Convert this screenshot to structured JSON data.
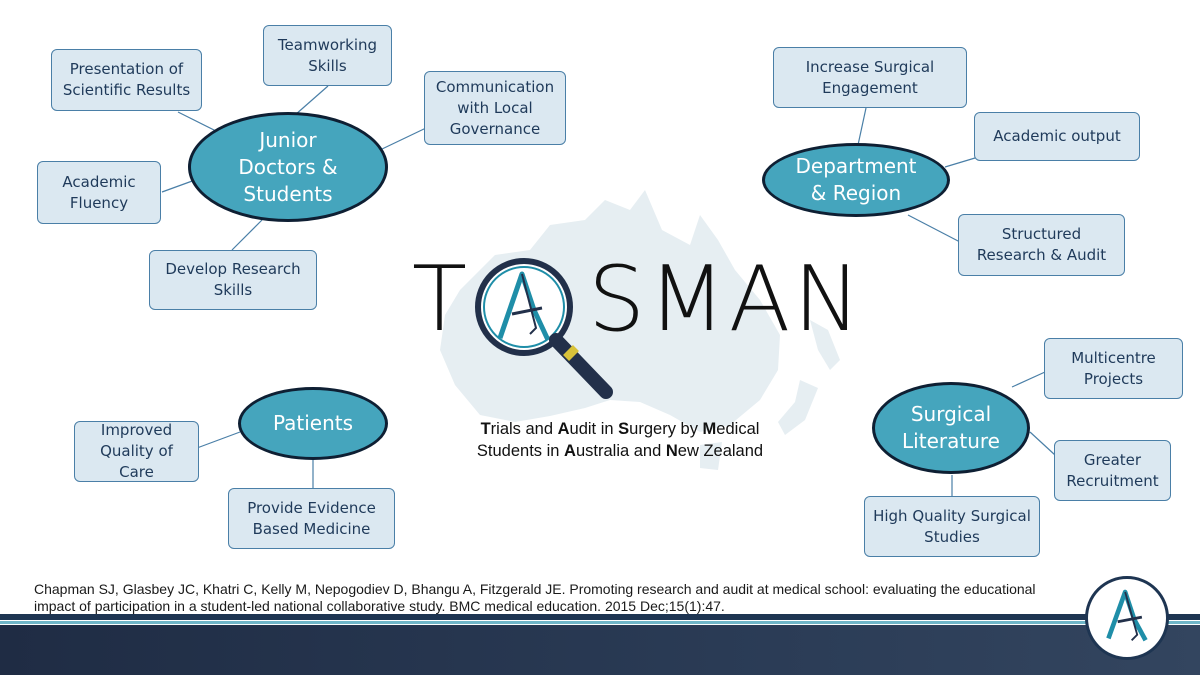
{
  "hubs": {
    "junior": "Junior\nDoctors &\nStudents",
    "department": "Department\n& Region",
    "patients": "Patients",
    "literature": "Surgical\nLiterature"
  },
  "boxes": {
    "teamworking": "Teamworking\nSkills",
    "presentation": "Presentation of\nScientific Results",
    "communication": "Communication\nwith Local\nGovernance",
    "academic_fluency": "Academic\nFluency",
    "develop_research": "Develop Research\nSkills",
    "increase_engagement": "Increase Surgical\nEngagement",
    "academic_output": "Academic output",
    "structured_research": "Structured\nResearch & Audit",
    "improved_quality": "Improved\nQuality of\nCare",
    "provide_evidence": "Provide Evidence\nBased Medicine",
    "multicentre": "Multicentre\nProjects",
    "greater_recruitment": "Greater\nRecruitment",
    "high_quality_studies": "High Quality Surgical\nStudies"
  },
  "logo": {
    "wordmark_left": "T",
    "wordmark_right": "SMAN",
    "tagline": [
      {
        "b": "T",
        "t": "rials and "
      },
      {
        "b": "A",
        "t": "udit in "
      },
      {
        "b": "S",
        "t": "urgery by "
      },
      {
        "b": "M",
        "t": "edical"
      },
      {
        "br": true
      },
      {
        "t": "Students in "
      },
      {
        "b": "A",
        "t": "ustralia and "
      },
      {
        "b": "N",
        "t": "ew Zealand"
      }
    ]
  },
  "citation": "Chapman SJ, Glasbey JC, Khatri C, Kelly M, Nepogodiev D, Bhangu A, Fitzgerald JE. Promoting research and audit at medical school: evaluating the educational impact of participation in a student-led national collaborative study. BMC medical education. 2015 Dec;15(1):47.",
  "colors": {
    "hub_fill": "#45a5bd",
    "hub_border": "#0e1f33",
    "box_fill": "#dbe8f1",
    "box_border": "#4a7fa7",
    "connector": "#4a7fa7",
    "footer": "#1f2c44",
    "accent": "#6fb6c8"
  }
}
